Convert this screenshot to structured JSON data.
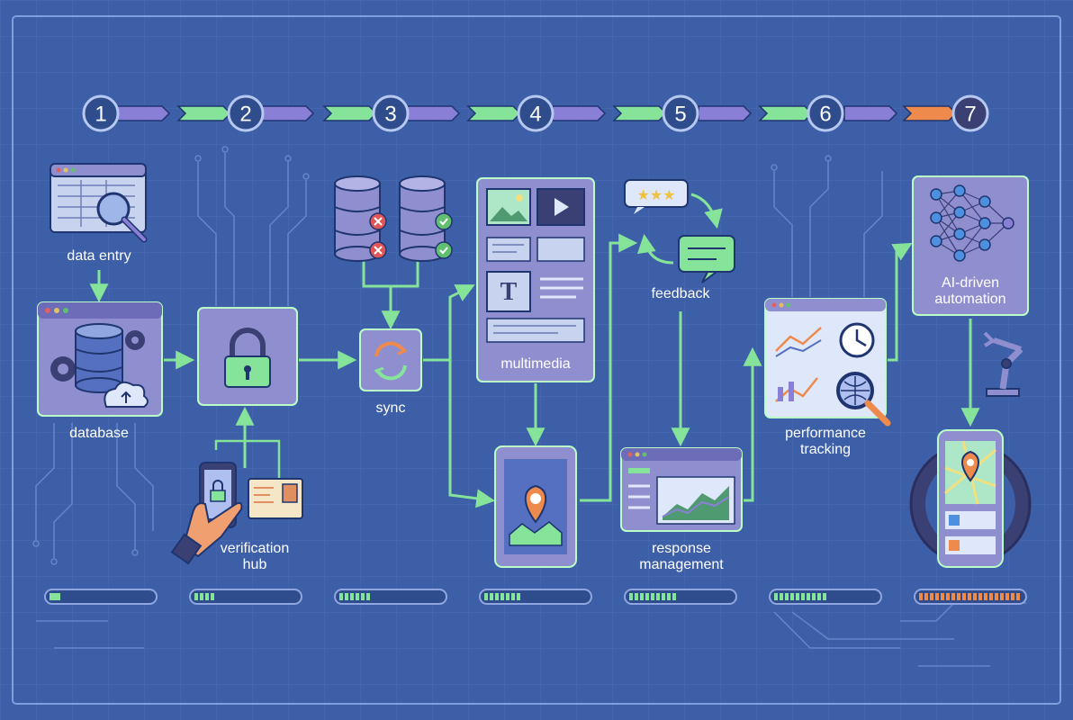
{
  "steps": [
    {
      "number": "1",
      "label": [
        "data entry"
      ]
    },
    {
      "number": "2",
      "label": [
        "verification",
        "hub"
      ]
    },
    {
      "number": "3",
      "label": [
        "sync"
      ]
    },
    {
      "number": "4",
      "label": [
        "multimedia"
      ]
    },
    {
      "number": "5",
      "label": [
        "feedback"
      ]
    },
    {
      "number": "6",
      "label": [
        "performance",
        "tracking"
      ]
    },
    {
      "number": "7",
      "label": [
        "AI-driven",
        "automation"
      ]
    }
  ],
  "nodes": {
    "database": "database",
    "response_management": [
      "response",
      "management"
    ]
  },
  "colors": {
    "background": "#3d5fa8",
    "grid": "#5a7cc0",
    "panel": "#8f8fd0",
    "green": "#86e39a",
    "purple": "#8a7fd6",
    "orange": "#ee8a4c",
    "navy": "#2f4c8c"
  }
}
